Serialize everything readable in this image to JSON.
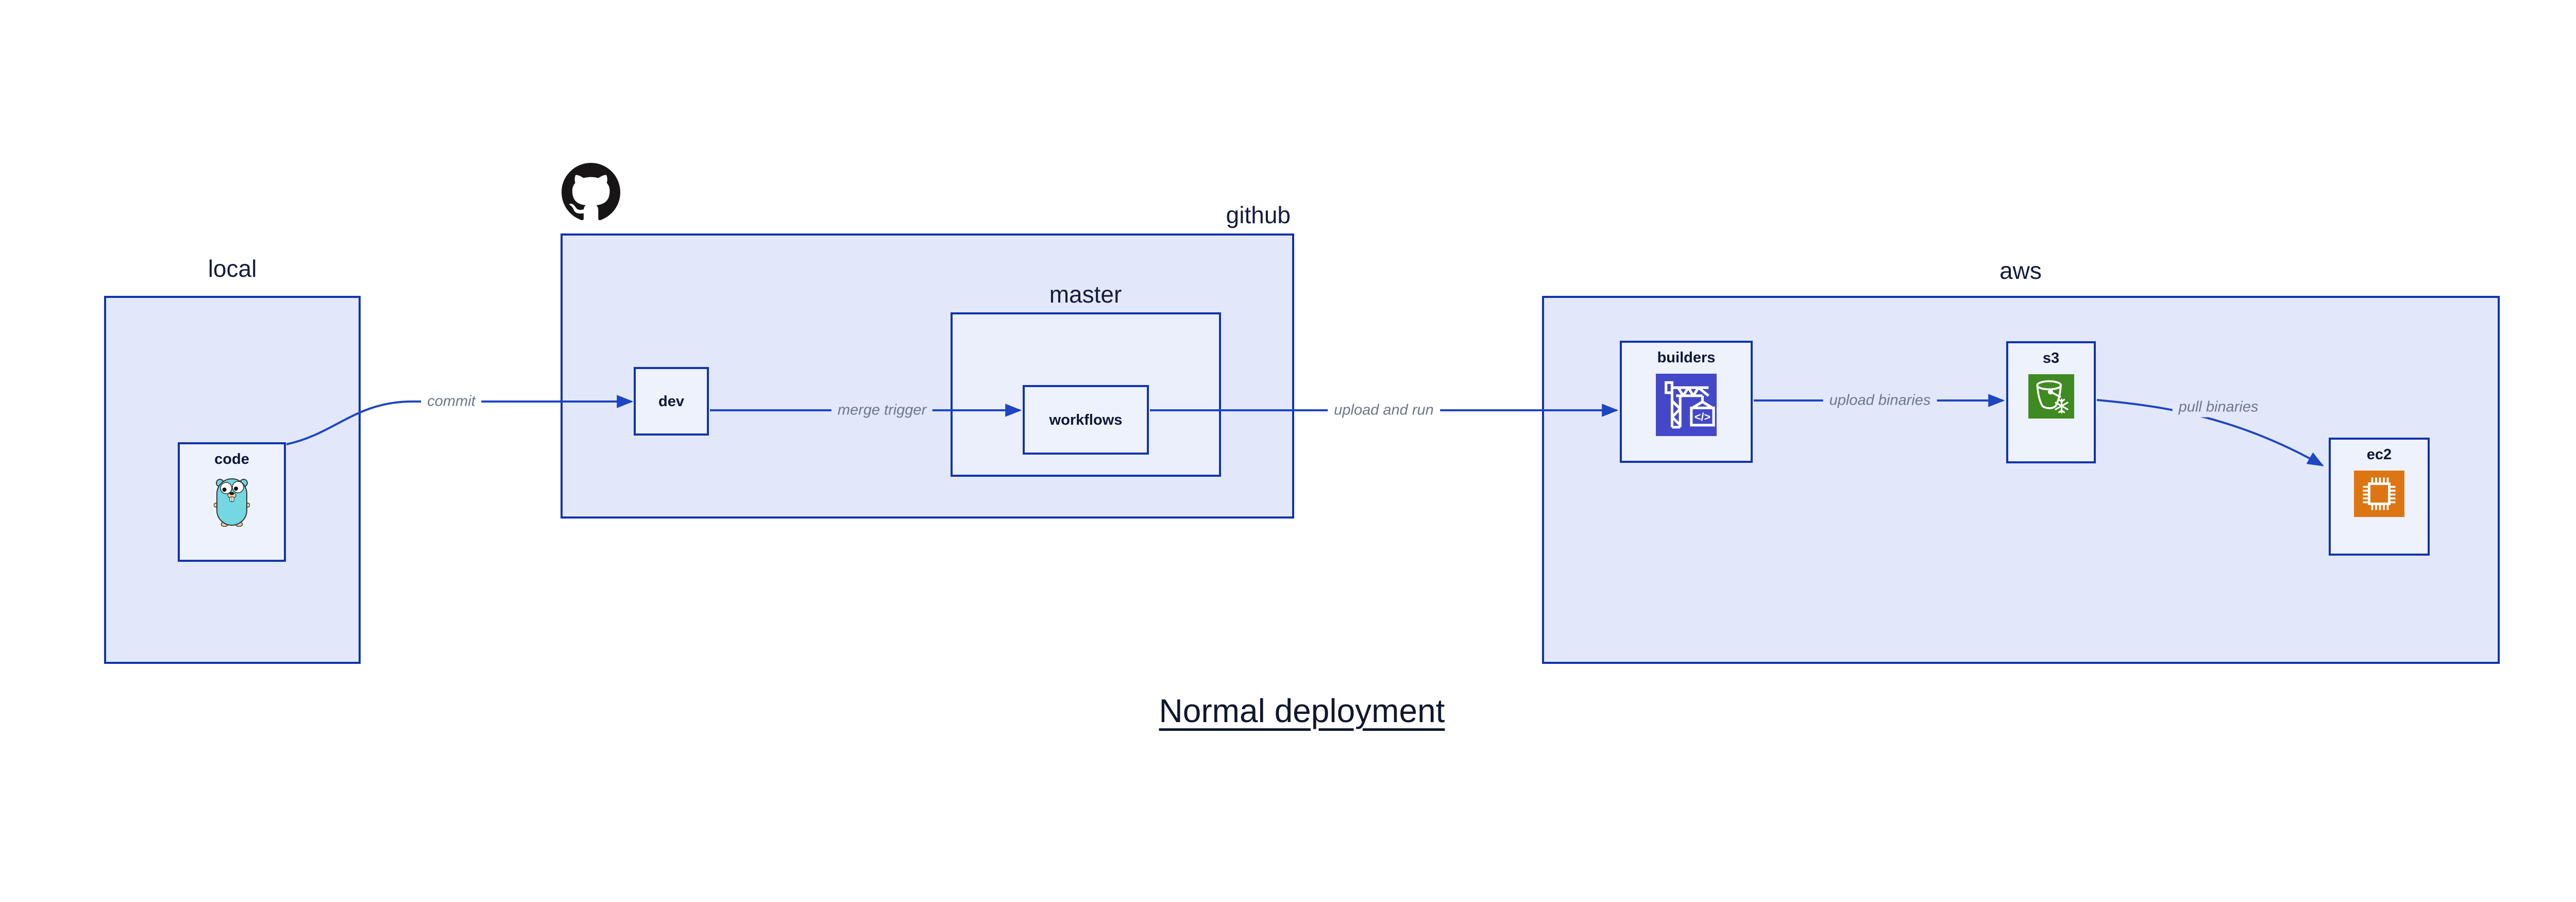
{
  "title": {
    "text": "Normal deployment"
  },
  "groups": {
    "local": {
      "label": "local"
    },
    "github": {
      "label": "github"
    },
    "master": {
      "label": "master"
    },
    "aws": {
      "label": "aws"
    }
  },
  "nodes": {
    "code": {
      "label": "code"
    },
    "dev": {
      "label": "dev"
    },
    "workflows": {
      "label": "workflows"
    },
    "builders": {
      "label": "builders"
    },
    "s3": {
      "label": "s3"
    },
    "ec2": {
      "label": "ec2"
    }
  },
  "edges": {
    "commit": {
      "label": "commit",
      "from": "code",
      "to": "dev"
    },
    "merge_trigger": {
      "label": "merge trigger",
      "from": "dev",
      "to": "workflows"
    },
    "upload_and_run": {
      "label": "upload and run",
      "from": "workflows",
      "to": "builders"
    },
    "upload_binaries": {
      "label": "upload binaries",
      "from": "builders",
      "to": "s3"
    },
    "pull_binaries": {
      "label": "pull binaries",
      "from": "s3",
      "to": "ec2"
    }
  },
  "icons": {
    "github_logo": "github-octocat-icon",
    "code_icon": "go-gopher-icon",
    "builders_icon": "aws-codebuild-crane-icon",
    "s3_icon": "aws-s3-glacier-bucket-icon",
    "ec2_icon": "aws-ec2-chip-icon"
  },
  "colors": {
    "canvas_bg": "#ffffff",
    "group_fill": "#e2e8fa",
    "inner_group_fill": "#ebeffc",
    "node_fill": "#eef2fd",
    "box_border": "#1133ae",
    "edge_blue": "#1d45c4",
    "label_navy": "#131c3d",
    "node_label_navy": "#0d1736",
    "edge_label_gray": "#6e7787",
    "title_navy": "#10172e",
    "codebuild_indigo": "#4348c8",
    "glacier_green": "#3f8a21",
    "ec2_orange": "#dd7612",
    "gopher_teal": "#74d7e2",
    "octocat_black": "#171515"
  }
}
